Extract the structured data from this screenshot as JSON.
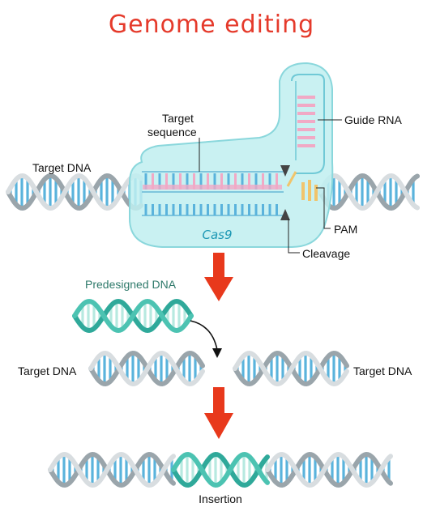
{
  "title": "Genome editing",
  "labels": {
    "target_dna_top": "Target DNA",
    "target_sequence_line1": "Target",
    "target_sequence_line2": "sequence",
    "guide_rna": "Guide RNA",
    "pam": "PAM",
    "cleavage": "Cleavage",
    "cas9": "Cas9",
    "predesigned_dna": "Predesigned DNA",
    "target_dna_left": "Target DNA",
    "target_dna_right": "Target DNA",
    "insertion": "Insertion"
  },
  "colors": {
    "title": "#e53a2b",
    "dna_rung": "#5ab3dc",
    "dna_backbone": "#d8dde0",
    "dna_backbone_dark": "#9aa5ab",
    "predesigned_backbone": "#4cc3b2",
    "predesigned_rung": "#b7e9e0",
    "cas9_fill": "#bfeff0",
    "cas9_stroke": "#8ad7dc",
    "rna_strand": "#f1a9c5",
    "arrow": "#e8391c",
    "pam": "#f1c46b"
  }
}
